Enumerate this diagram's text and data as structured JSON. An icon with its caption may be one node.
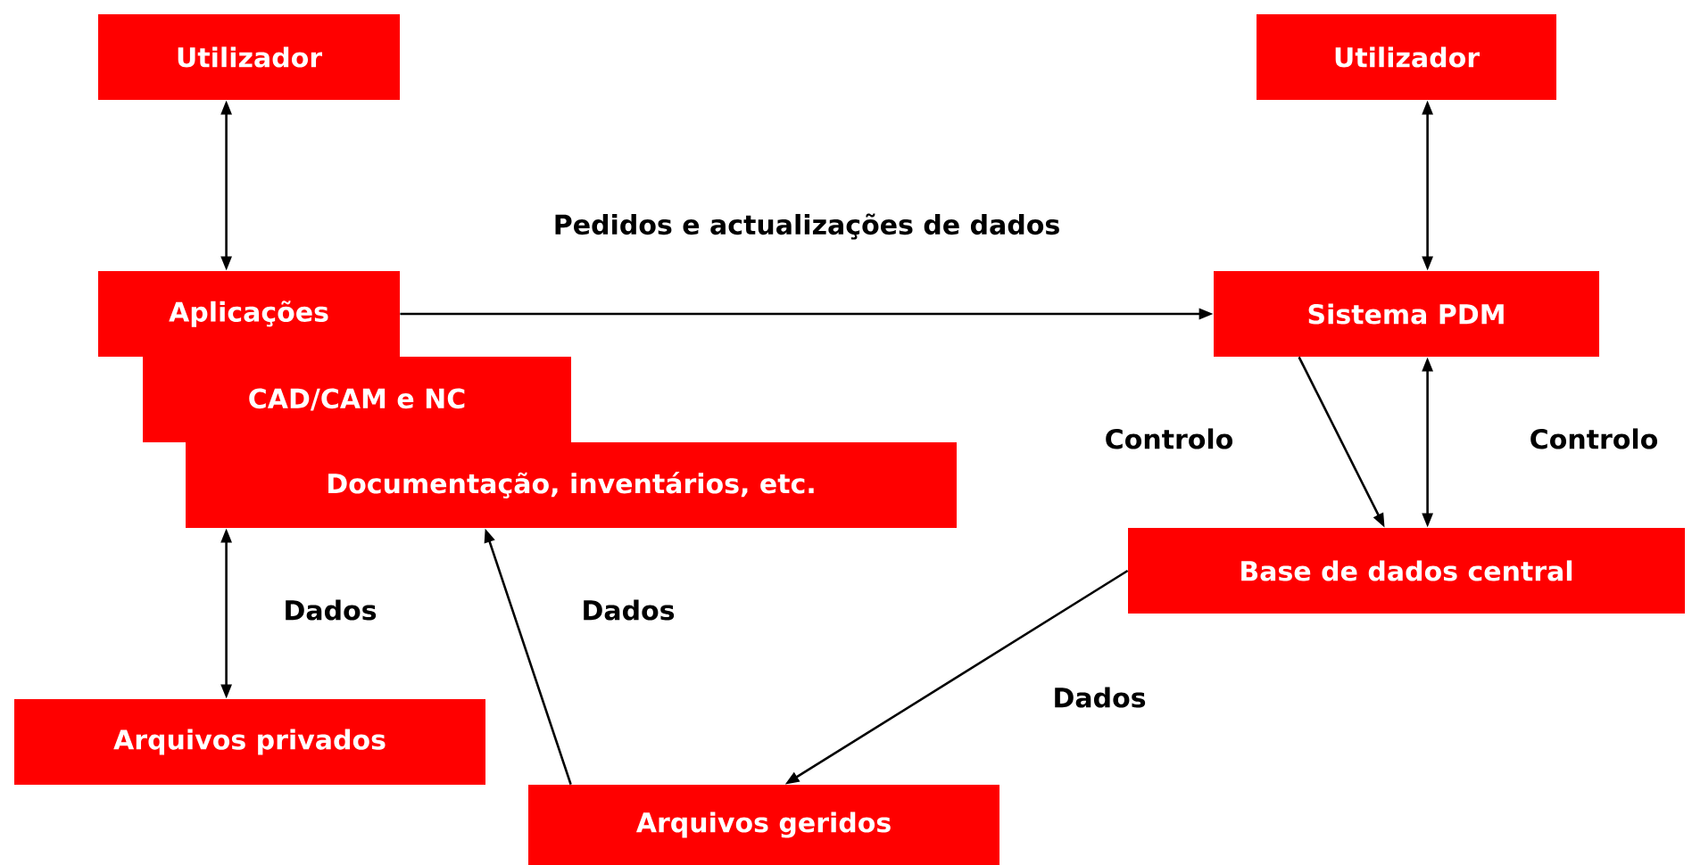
{
  "diagram": {
    "nodes": [
      {
        "text": [
          "Utilizador"
        ]
      },
      {
        "text": [
          "Utilizador"
        ]
      },
      {
        "text": [
          "Aplicações"
        ]
      },
      {
        "text": [
          "CAD/CAM e NC"
        ]
      },
      {
        "text": [
          "Documentação, inventários, etc."
        ]
      },
      {
        "text": [
          "Sistema PDM"
        ]
      },
      {
        "text": [
          "Base de dados central"
        ]
      },
      {
        "text": [
          "Arquivos privados"
        ]
      },
      {
        "text": [
          "Arquivos geridos"
        ]
      }
    ],
    "edges": [
      {
        "from": 0,
        "to": 2,
        "arrow": "both"
      },
      {
        "from": 2,
        "to": 5,
        "arrow": "to",
        "label": "Pedidos e actualizações de dados"
      },
      {
        "from": 1,
        "to": 5,
        "arrow": "both"
      },
      {
        "from": 5,
        "to": 6,
        "arrow": "to",
        "label": "Controlo"
      },
      {
        "from": 5,
        "to": 6,
        "arrow": "both",
        "label": "Controlo"
      },
      {
        "from": 6,
        "to": 8,
        "arrow": "to",
        "label": "Dados"
      },
      {
        "from": 8,
        "to": 4,
        "arrow": "to",
        "label": "Dados"
      },
      {
        "from": 4,
        "to": 7,
        "arrow": "both",
        "label": "Dados"
      }
    ]
  }
}
